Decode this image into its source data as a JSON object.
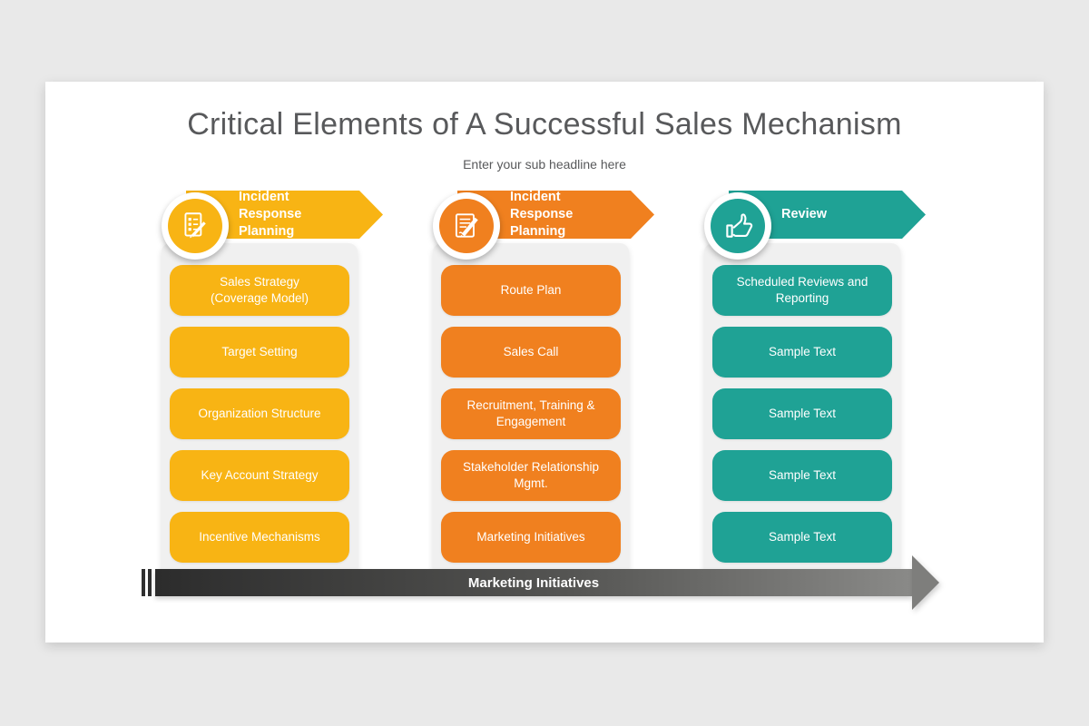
{
  "title": "Critical Elements of A Successful Sales Mechanism",
  "subtitle": "Enter your sub headline here",
  "colors": {
    "yellow": "#F8B414",
    "orange": "#F0801F",
    "teal": "#1FA295",
    "arrow_gradient_start": "#2C2C2C",
    "arrow_gradient_end": "#8A8A88",
    "arrow_head": "#7E7E7C",
    "page_background": "#E9E9E9",
    "slide_background": "#FFFFFF",
    "panel_background": "#F0F0F0",
    "title_text": "#58595B"
  },
  "columns": [
    {
      "header": "Incident\nResponse Planning",
      "icon": "document-checklist-pen-icon",
      "color": "#F8B414",
      "items": [
        "Sales Strategy\n(Coverage Model)",
        "Target Setting",
        "Organization Structure",
        "Key Account Strategy",
        "Incentive Mechanisms"
      ]
    },
    {
      "header": "Incident\nResponse Planning",
      "icon": "document-pen-icon",
      "color": "#F0801F",
      "items": [
        "Route Plan",
        "Sales Call",
        "Recruitment, Training &\nEngagement",
        "Stakeholder Relationship\nMgmt.",
        "Marketing Initiatives"
      ]
    },
    {
      "header": "Review",
      "icon": "thumbs-up-icon",
      "color": "#1FA295",
      "items": [
        "Scheduled Reviews and\nReporting",
        "Sample Text",
        "Sample Text",
        "Sample Text",
        "Sample Text"
      ]
    }
  ],
  "bottom_arrow": {
    "label": "Marketing Initiatives"
  }
}
